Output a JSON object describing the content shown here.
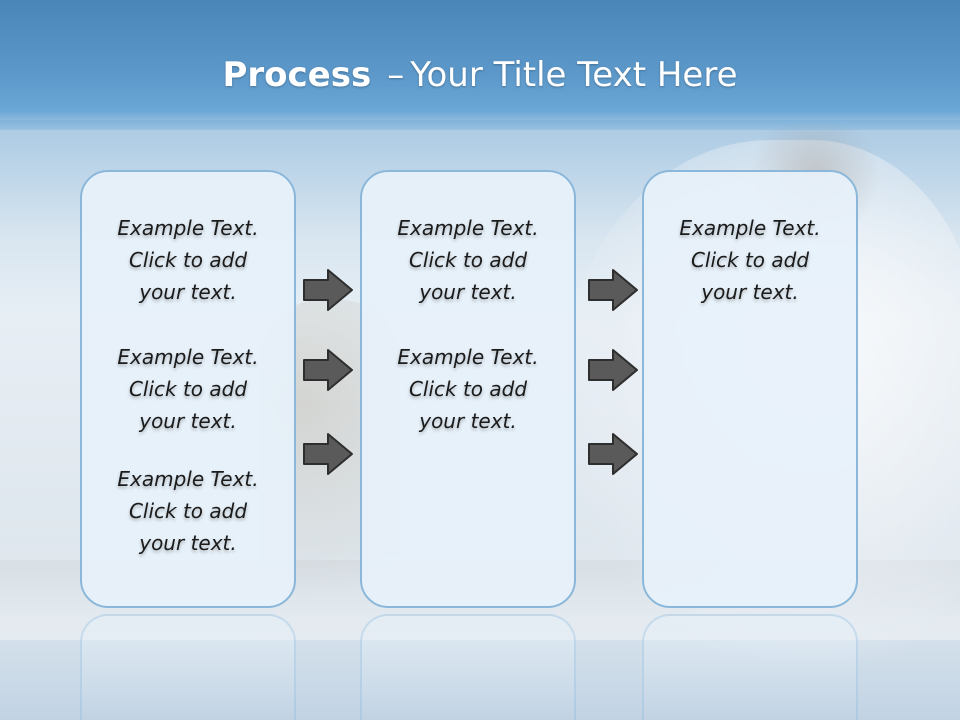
{
  "slide": {
    "title": {
      "bold": "Process",
      "dash": "–",
      "rest": "Your Title Text Here"
    },
    "colors": {
      "header_blue": "#5b97c8",
      "box_fill": "#e7f1fa",
      "box_border": "#8bb8da",
      "arrow_fill": "#5a5a5a",
      "text": "#1b1b1b"
    },
    "columns": [
      {
        "blocks": [
          {
            "lines": [
              "Example Text.",
              "Click  to add",
              "your text."
            ]
          },
          {
            "lines": [
              "Example Text.",
              "Click  to add",
              "your text."
            ]
          },
          {
            "lines": [
              "Example Text.",
              "Click  to add",
              "your text."
            ]
          }
        ]
      },
      {
        "blocks": [
          {
            "lines": [
              "Example Text.",
              "Click  to add",
              "your text."
            ]
          },
          {
            "lines": [
              "Example Text.",
              "Click  to add",
              "your text."
            ]
          }
        ]
      },
      {
        "blocks": [
          {
            "lines": [
              "Example Text.",
              "Click  to add",
              "your text."
            ]
          }
        ]
      }
    ],
    "arrow_icon": "right-arrow-icon"
  }
}
